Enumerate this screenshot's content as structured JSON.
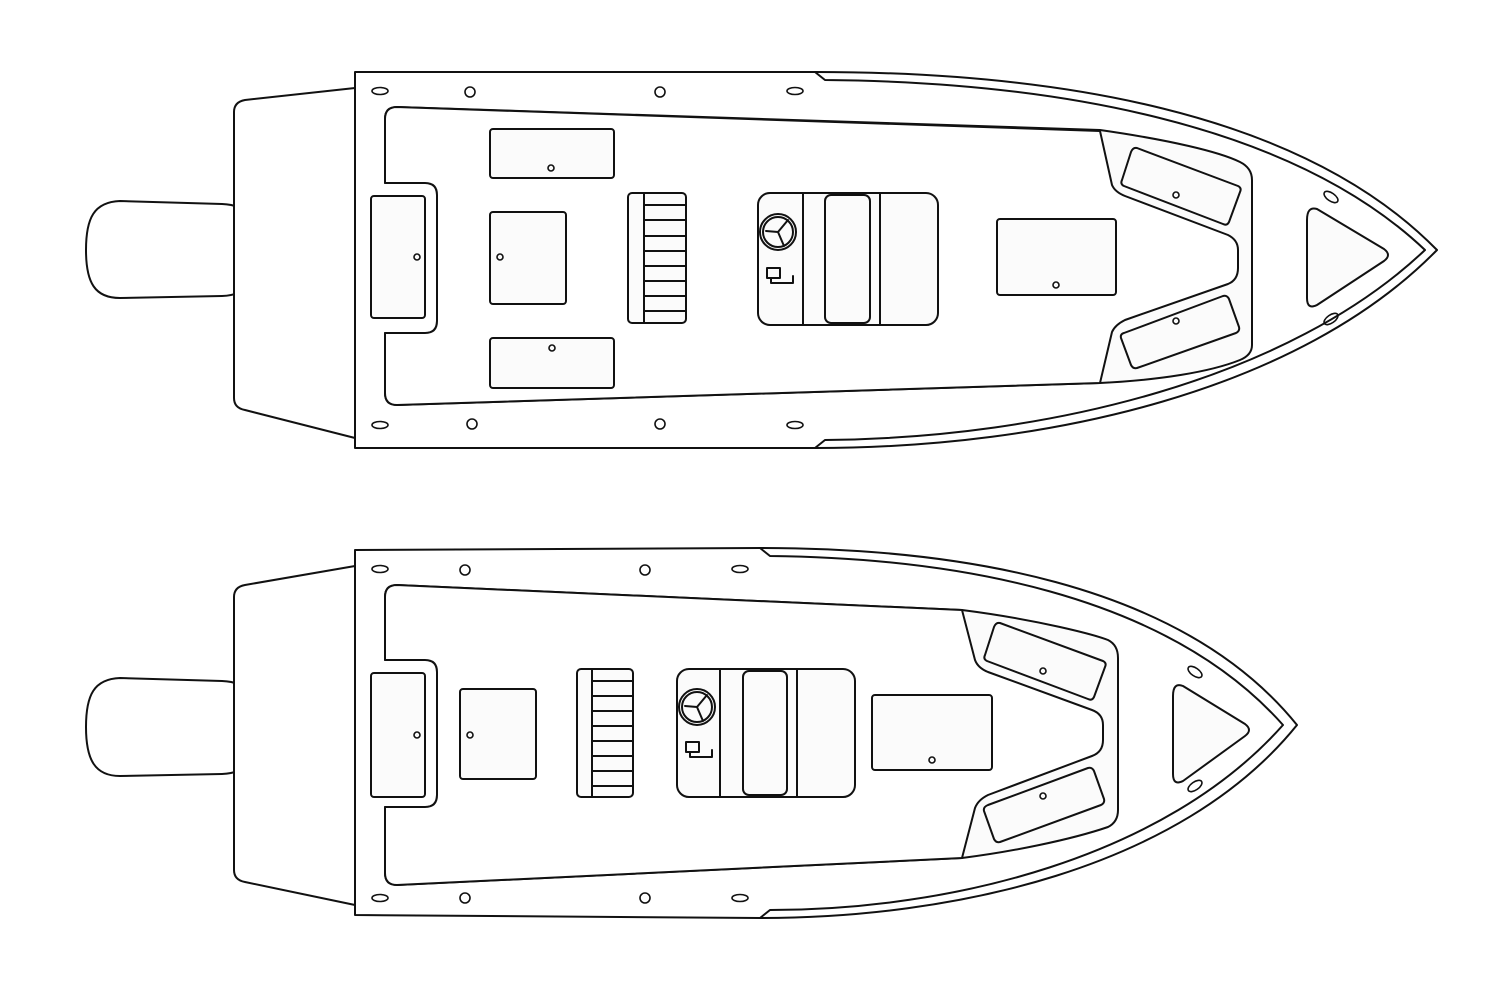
{
  "diagram": {
    "type": "boat deck plan line drawing",
    "boats": [
      {
        "id": "larger-boat",
        "features": [
          "outboard-motor",
          "swim-platform",
          "hull",
          "gunwale",
          "aft-hatch",
          "side-hatches",
          "storage-hatch",
          "cooler-seat",
          "center-console",
          "steering-wheel",
          "throttle",
          "forward-hatch",
          "bow-casting-deck",
          "bow-pads",
          "anchor-locker",
          "cleats"
        ]
      },
      {
        "id": "smaller-boat",
        "features": [
          "outboard-motor",
          "swim-platform",
          "hull",
          "gunwale",
          "aft-hatch",
          "storage-hatch",
          "cooler-seat",
          "center-console",
          "steering-wheel",
          "throttle",
          "forward-hatch",
          "bow-casting-deck",
          "bow-pads",
          "anchor-locker",
          "cleats"
        ]
      }
    ],
    "colors": {
      "line": "#111111",
      "background": "#ffffff",
      "fill": "#fbfbfb"
    }
  }
}
